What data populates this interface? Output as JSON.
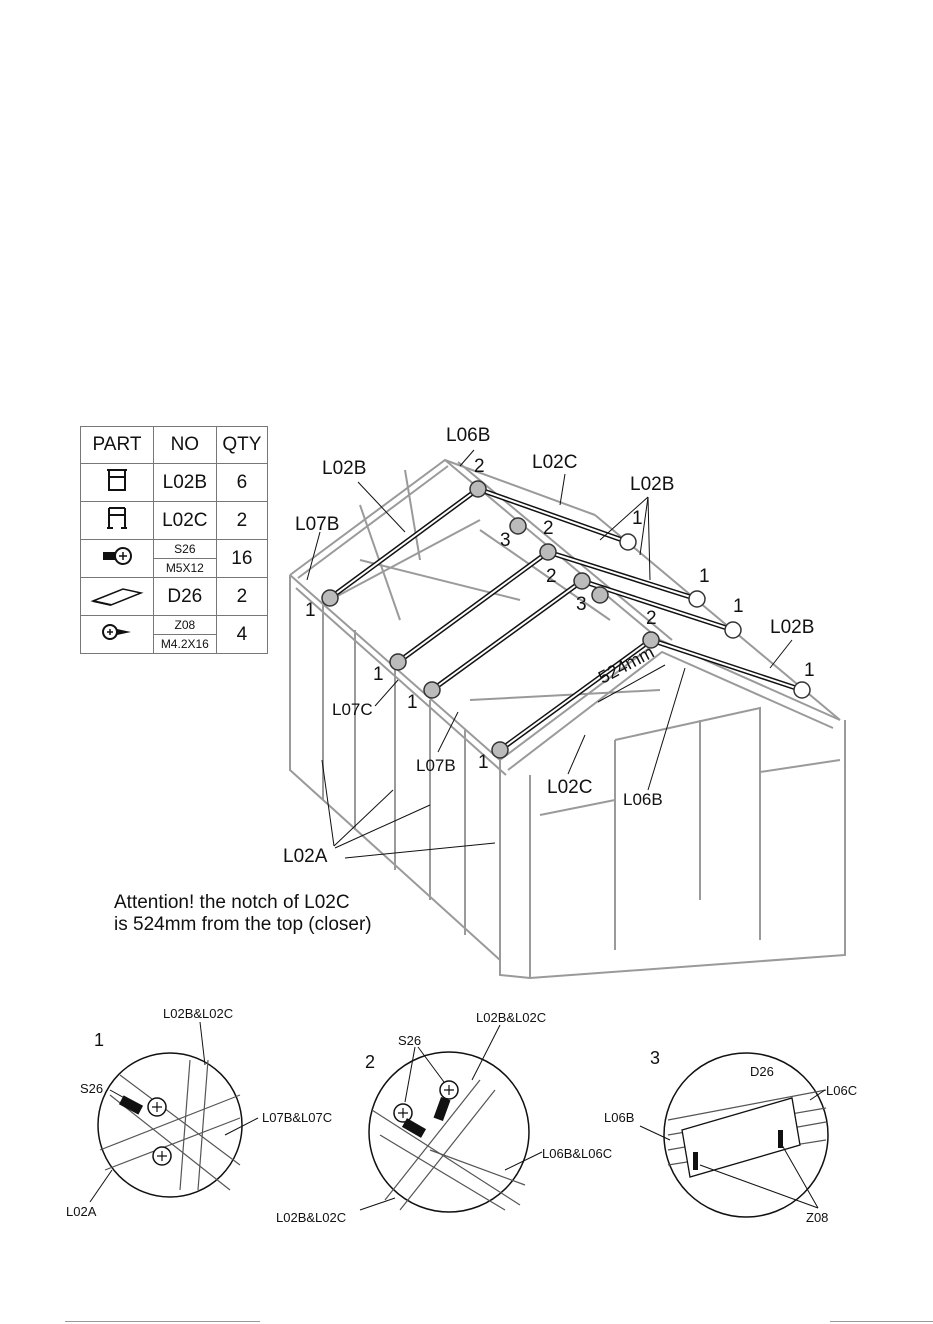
{
  "parts_table": {
    "headers": [
      "PART",
      "NO",
      "QTY"
    ],
    "rows": [
      {
        "icon": "profile-l02b-icon",
        "no": "L02B",
        "qty": "6"
      },
      {
        "icon": "profile-l02c-icon",
        "no": "L02C",
        "qty": "2"
      },
      {
        "icon": "screw-s26-icon",
        "no_top": "S26",
        "no_bottom": "M5X12",
        "qty": "16"
      },
      {
        "icon": "bracket-d26-icon",
        "no": "D26",
        "qty": "2"
      },
      {
        "icon": "screw-z08-icon",
        "no_top": "Z08",
        "no_bottom": "M4.2X16",
        "qty": "4"
      }
    ]
  },
  "main_labels": {
    "l06b_top": "L06B",
    "l02b_left": "L02B",
    "l02c_top": "L02C",
    "l02b_right_top": "L02B",
    "l07b_left": "L07B",
    "l02b_right": "L02B",
    "l07c": "L07C",
    "l07b_mid": "L07B",
    "l02c_bottom": "L02C",
    "l06b_bottom": "L06B",
    "l02a": "L02A",
    "dimension": "524mm"
  },
  "joint_numbers": {
    "n1": "1",
    "n2": "2",
    "n3": "3"
  },
  "note": {
    "line1": "Attention! the notch of L02C",
    "line2": "is 524mm from the top (closer)"
  },
  "details": {
    "d1": {
      "number": "1",
      "top": "L02B&L02C",
      "s26": "S26",
      "right": "L07B&L07C",
      "bottom": "L02A"
    },
    "d2": {
      "number": "2",
      "s26": "S26",
      "top": "L02B&L02C",
      "right": "L06B&L06C",
      "bottom": "L02B&L02C"
    },
    "d3": {
      "number": "3",
      "d26": "D26",
      "left": "L06B",
      "right": "L06C",
      "bottom": "Z08"
    }
  }
}
